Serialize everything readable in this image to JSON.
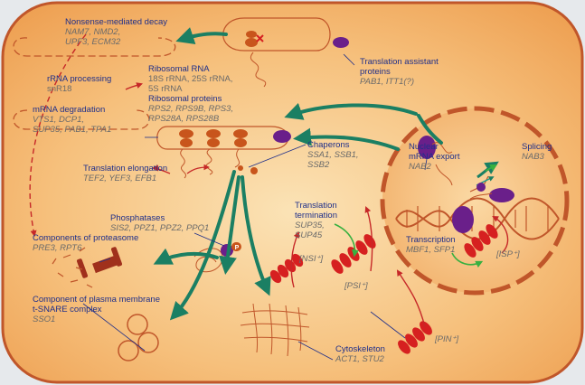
{
  "colors": {
    "cell_fill": "#f3b66d",
    "cell_border": "#c0562a",
    "label_title": "#1f2f8a",
    "label_gene": "#6a6a6a",
    "arrow_teal": "#1b7f63",
    "arrow_red": "#c62828",
    "ribosome": "#c8551c",
    "protein": "#6a1f8a",
    "prion": "#d62020"
  },
  "labels": {
    "nmd_title": "Nonsense-mediated decay",
    "nmd_genes_1": "NAM7, NMD2,",
    "nmd_genes_2": "UPF3, ECM32",
    "rrna_proc_title": "rRNA processing",
    "rrna_proc_gene": "snR18",
    "ribo_rna_title": "Ribosomal RNA",
    "ribo_rna_1": "18S rRNA, 25S rRNA,",
    "ribo_rna_2": "5S rRNA",
    "ribo_prot_title": "Ribosomal proteins",
    "ribo_prot_1": "RPS2, RPS9B, RPS3,",
    "ribo_prot_2": "RPS28A, RPS28B",
    "mrna_deg_title": "mRNA degradation",
    "mrna_deg_1": "VTS1, DCP1,",
    "mrna_deg_2": "SUP35, PAB1, TPA1",
    "trans_assist_1": "Translation assistant",
    "trans_assist_2": "proteins",
    "trans_assist_genes": "PAB1, ITT1(?)",
    "chaperons_title": "Chaperons",
    "chaperons_1": "SSA1, SSB1,",
    "chaperons_2": "SSB2",
    "nuclear_export_1": "Nuclear",
    "nuclear_export_2": "mRNA export",
    "nuclear_export_gene": "NAB2",
    "splicing_title": "Splicing",
    "splicing_gene": "NAB3",
    "elongation_title": "Translation elongation",
    "elongation_genes": "TEF2, YEF3, EFB1",
    "phosphatases_title": "Phosphatases",
    "phosphatases_genes": "SIS2, PPZ1, PPZ2, PPQ1",
    "proteasome_title": "Components of proteasome",
    "proteasome_genes": "PRE3, RPT6",
    "termination_1": "Translation",
    "termination_2": "termination",
    "termination_genes_1": "SUP35,",
    "termination_genes_2": "SUP45",
    "transcription_title": "Transcription",
    "transcription_genes": "MBF1, SFP1",
    "nsi_prion": "[NSI⁺]",
    "psi_prion": "[PSI⁺]",
    "isp_prion": "[ISP⁺]",
    "pin_prion": "[PIN⁺]",
    "snare_1": "Component of plasma membrane",
    "snare_2": "t-SNARE complex",
    "snare_gene": "SSO1",
    "cyto_title": "Cytoskeleton",
    "cyto_genes": "ACT1, STU2",
    "phospho_mark": "P"
  }
}
